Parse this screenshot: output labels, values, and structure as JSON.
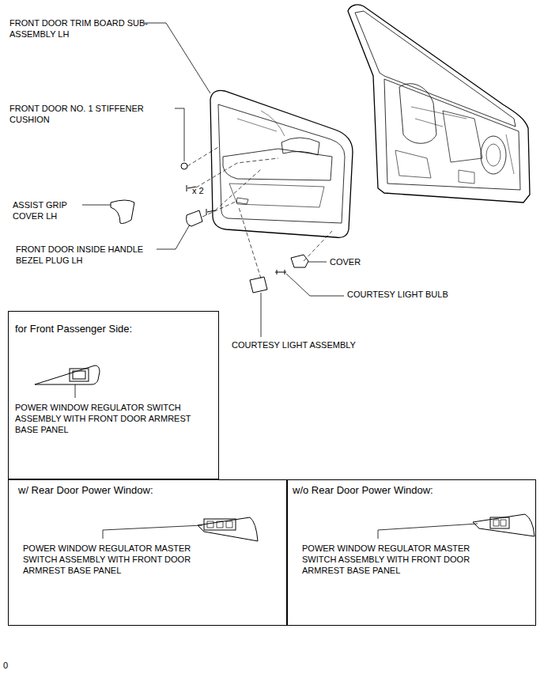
{
  "diagram": {
    "nodes": [
      {
        "text": [
          "for Front Passenger Side:",
          "POWER WINDOW REGULATOR SWITCH ASSEMBLY WITH FRONT DOOR ARMREST BASE PANEL"
        ]
      },
      {
        "text": [
          "w/ Rear Door Power Window:",
          "POWER WINDOW REGULATOR MASTER SWITCH ASSEMBLY WITH FRONT DOOR ARMREST BASE PANEL"
        ]
      },
      {
        "text": [
          "w/o Rear Door Power Window:",
          "POWER WINDOW REGULATOR MASTER SWITCH ASSEMBLY WITH FRONT DOOR ARMREST BASE PANEL"
        ]
      }
    ],
    "labels": [
      "FRONT DOOR TRIM BOARD SUB-ASSEMBLY LH",
      "FRONT DOOR NO. 1 STIFFENER CUSHION",
      "x 2",
      "ASSIST GRIP COVER LH",
      "FRONT DOOR INSIDE HANDLE BEZEL PLUG LH",
      "COVER",
      "COURTESY LIGHT BULB",
      "COURTESY LIGHT ASSEMBLY",
      "0"
    ]
  }
}
